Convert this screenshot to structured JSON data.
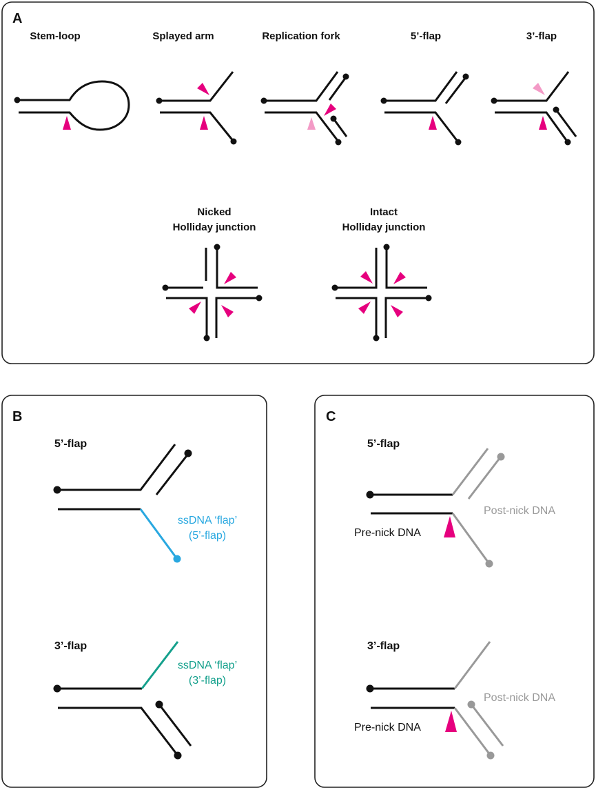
{
  "panels": {
    "a": {
      "label": "A",
      "structures": [
        "Stem-loop",
        "Splayed arm",
        "Replication fork",
        "5’-flap",
        "3’-flap"
      ],
      "holliday": [
        {
          "line1": "Nicked",
          "line2": "Holliday junction"
        },
        {
          "line1": "Intact",
          "line2": "Holliday junction"
        }
      ]
    },
    "b": {
      "label": "B",
      "top_title": "5’-flap",
      "top_note": [
        "ssDNA ‘flap’",
        "(5’-flap)"
      ],
      "bottom_title": "3’-flap",
      "bottom_note": [
        "ssDNA ‘flap’",
        "(3’-flap)"
      ]
    },
    "c": {
      "label": "C",
      "top_title": "5’-flap",
      "bottom_title": "3’-flap",
      "pre_label": "Pre-nick DNA",
      "post_label": "Post-nick DNA"
    }
  },
  "colors": {
    "cleavage": "#e6007e",
    "minor_cleavage": "#f39ac6",
    "flap5": "#29a8e0",
    "flap3": "#14a08c",
    "post_nick": "#999999"
  }
}
